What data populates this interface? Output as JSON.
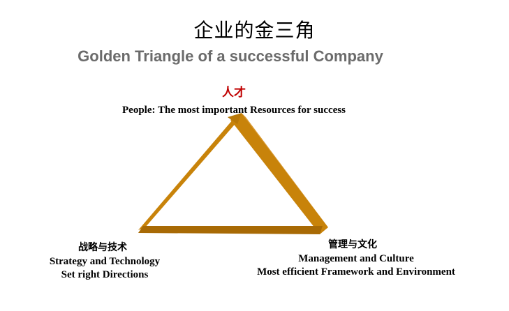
{
  "title": {
    "chinese": "企业的金三角",
    "english": "Golden Triangle of a successful Company"
  },
  "vertices": {
    "top": {
      "chinese": "人才",
      "lines": [
        "People: The most important Resources for success"
      ]
    },
    "left": {
      "chinese": "战略与技术",
      "lines": [
        "Strategy and Technology",
        "Set right Directions"
      ]
    },
    "right": {
      "chinese": "管理与文化",
      "lines": [
        "Management and Culture",
        "Most efficient Framework and Environment"
      ]
    }
  },
  "colors": {
    "triangle_face": "#c8830a",
    "triangle_shadow": "#8a5500",
    "accent_red": "#c00000",
    "subtitle_gray": "#6b6b6b"
  }
}
